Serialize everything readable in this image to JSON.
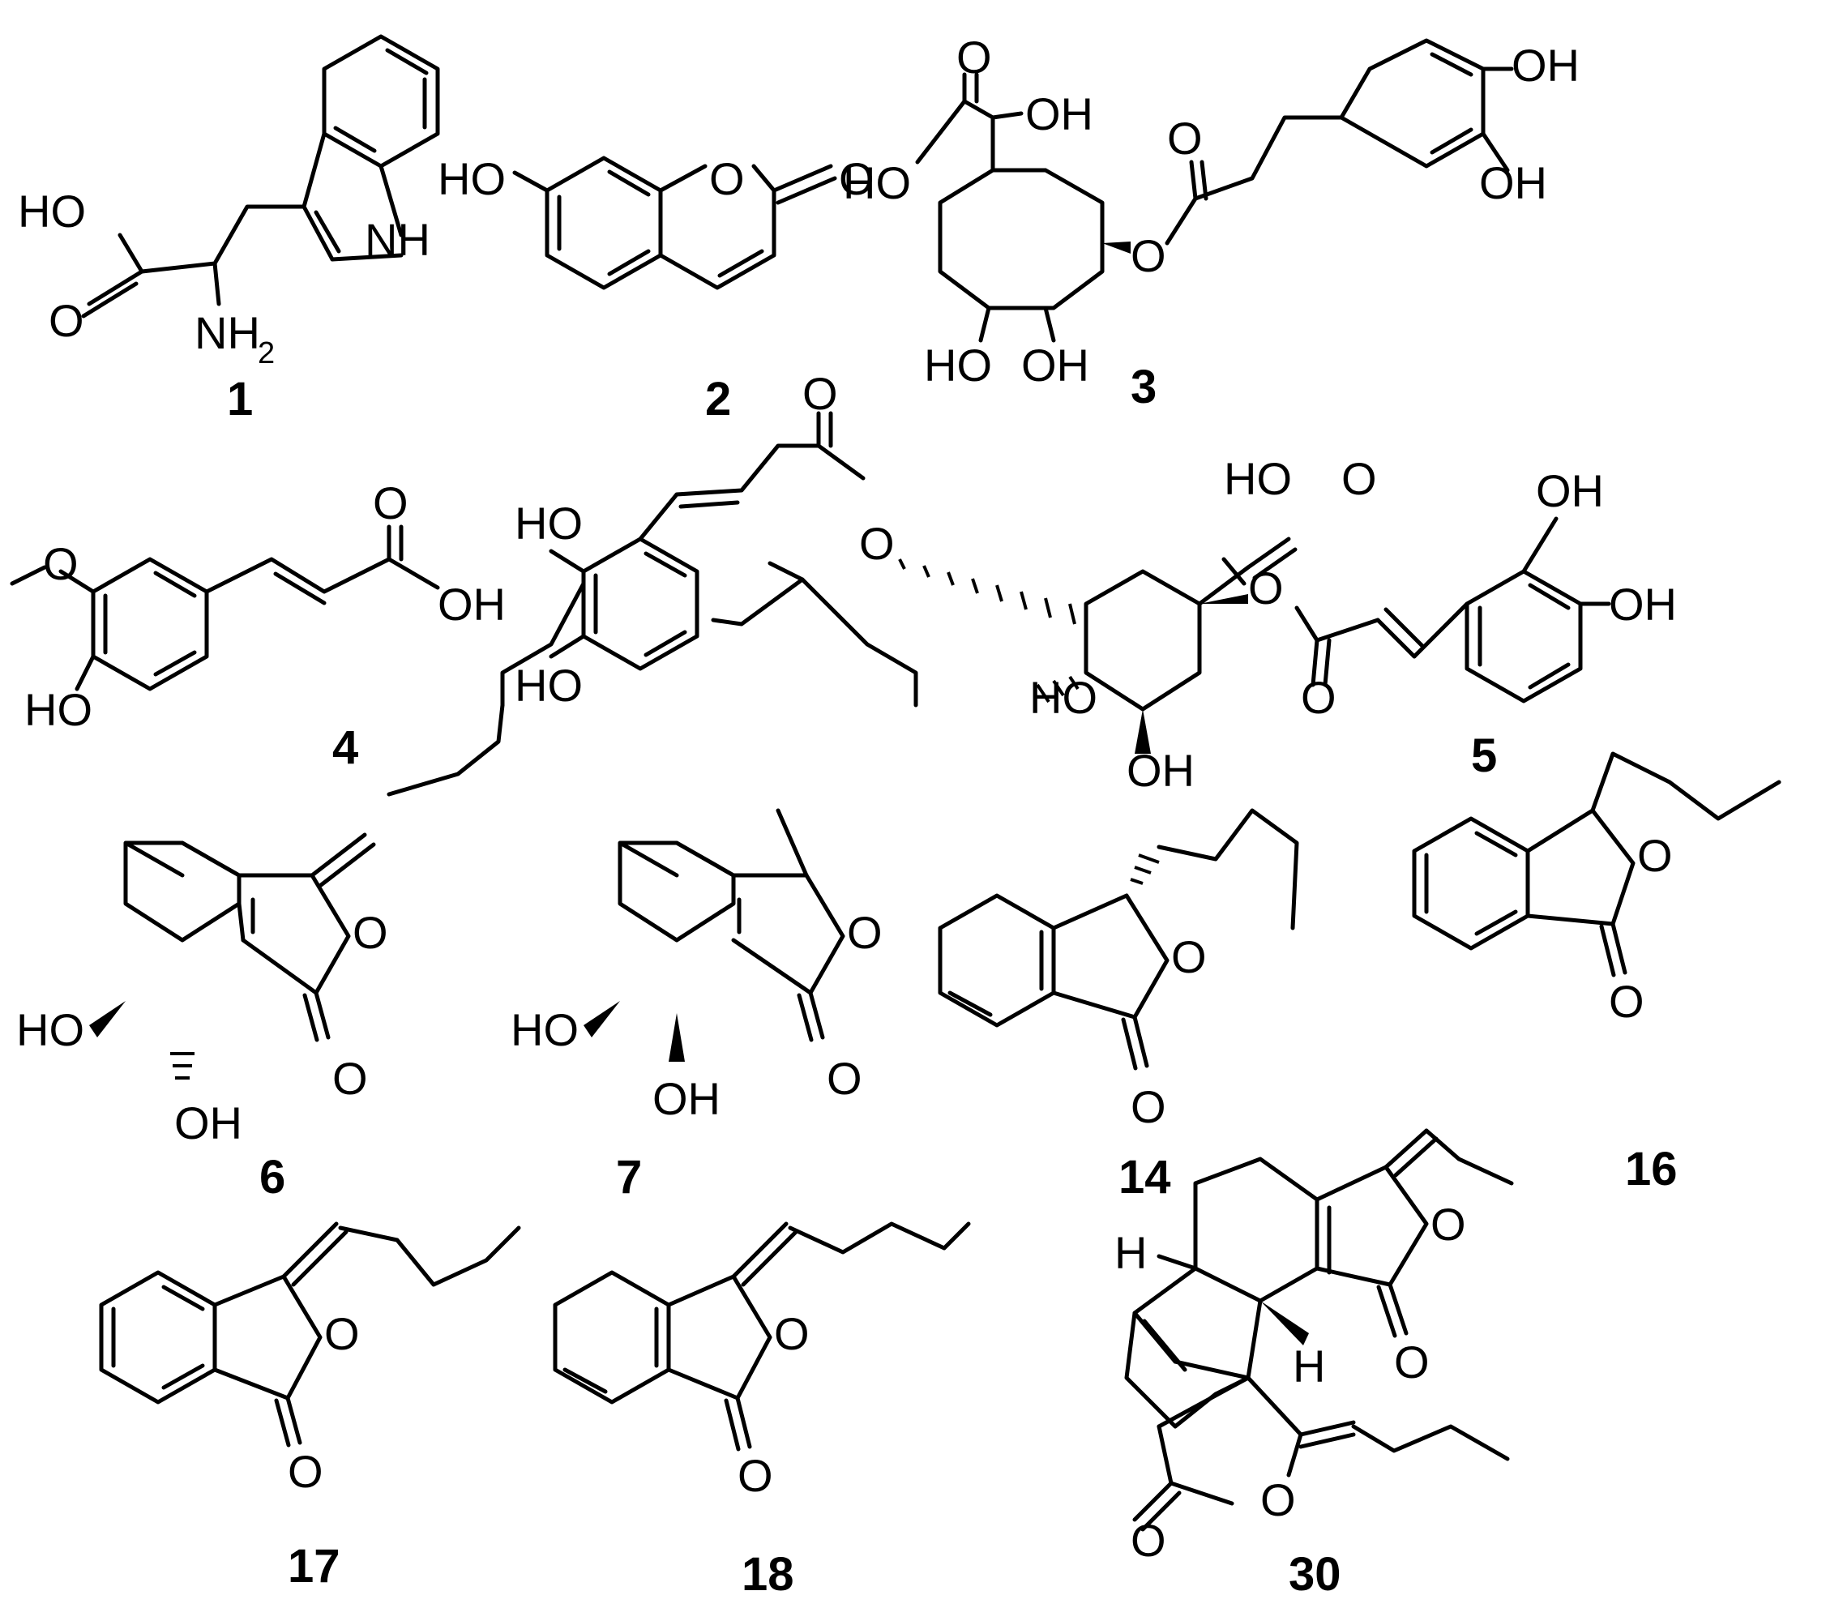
{
  "compounds": [
    {
      "id": "1"
    },
    {
      "id": "2"
    },
    {
      "id": "3"
    },
    {
      "id": "4"
    },
    {
      "id": "5"
    },
    {
      "id": "6"
    },
    {
      "id": "7"
    },
    {
      "id": "14"
    },
    {
      "id": "16"
    },
    {
      "id": "17"
    },
    {
      "id": "18"
    },
    {
      "id": "30"
    }
  ],
  "labels": {
    "HO": "HO",
    "OH": "OH",
    "O": "O",
    "NH": "NH",
    "N": "N",
    "H": "H",
    "NH2_base": "NH",
    "sub2": "2"
  }
}
